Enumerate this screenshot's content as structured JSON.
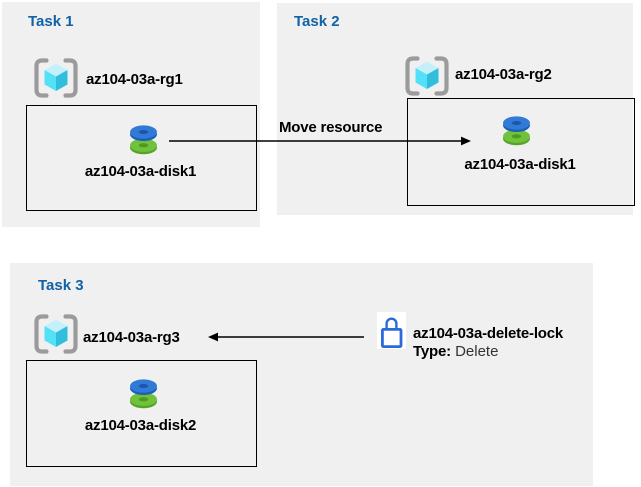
{
  "colors": {
    "panel_background": "#f0f0f0",
    "task_title_blue": "#1262a8",
    "label_text": "#000000",
    "arrow_black": "#000000",
    "lock_blue": "#2a6bd9",
    "disk_blue": "#317bd7",
    "disk_blue_dark": "#1d5fb8",
    "disk_green": "#70c13c",
    "disk_green_dark": "#55a426",
    "cube_top": "#c5f0f9",
    "cube_left": "#54e0f7",
    "cube_right": "#31bedd",
    "bracket_gray": "#9b9b9b"
  },
  "tasks": [
    {
      "title": "Task 1",
      "resource_group": "az104-03a-rg1",
      "resource": "az104-03a-disk1"
    },
    {
      "title": "Task 2",
      "resource_group": "az104-03a-rg2",
      "resource": "az104-03a-disk1"
    },
    {
      "title": "Task 3",
      "resource_group": "az104-03a-rg3",
      "resource": "az104-03a-disk2"
    }
  ],
  "move_arrow": {
    "label": "Move resource"
  },
  "delete_lock": {
    "name": "az104-03a-delete-lock",
    "type_label": "Type:",
    "type_value": "Delete"
  }
}
